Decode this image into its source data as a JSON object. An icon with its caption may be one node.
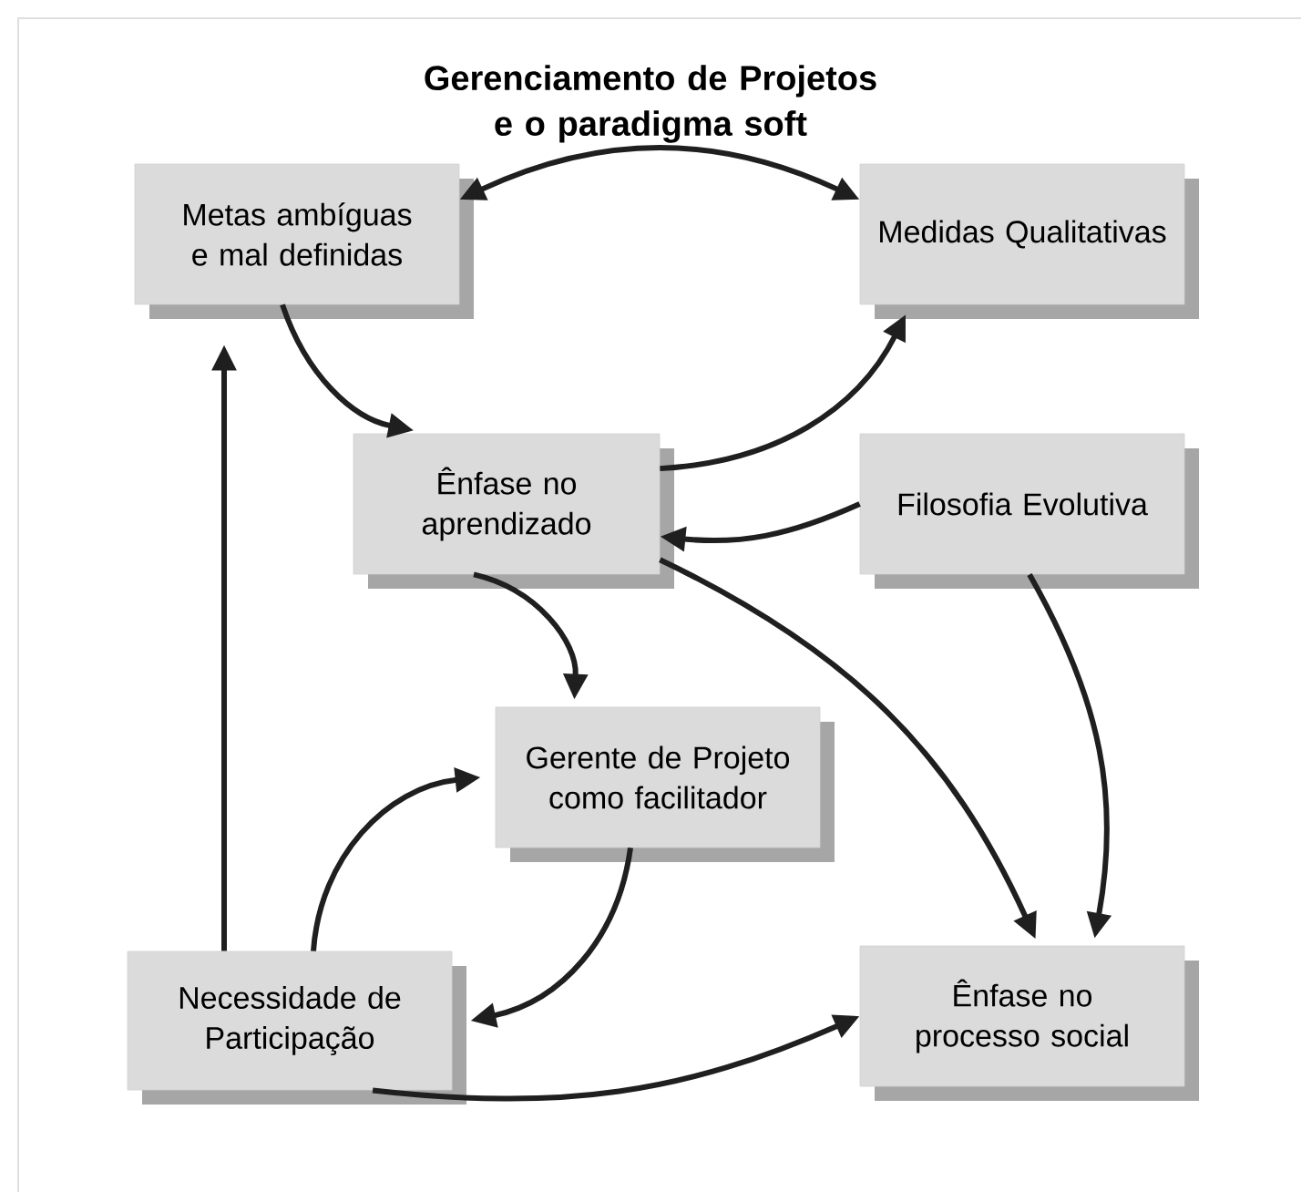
{
  "diagram": {
    "title": "Gerenciamento de Projetos e o paradigma soft",
    "nodes": [
      {
        "text": [
          "Metas ambíguas e mal definidas"
        ]
      },
      {
        "text": [
          "Medidas Qualitativas"
        ]
      },
      {
        "text": [
          "Ênfase no aprendizado"
        ]
      },
      {
        "text": [
          "Filosofia Evolutiva"
        ]
      },
      {
        "text": [
          "Gerente de Projeto como facilitador"
        ]
      },
      {
        "text": [
          "Necessidade de Participação"
        ]
      },
      {
        "text": [
          "Ênfase no processo social"
        ]
      }
    ],
    "edges": [
      {
        "from": 0,
        "to": 1,
        "arrow": "both"
      },
      {
        "from": 0,
        "to": 2,
        "arrow": "to"
      },
      {
        "from": 2,
        "to": 1,
        "arrow": "to"
      },
      {
        "from": 3,
        "to": 2,
        "arrow": "to"
      },
      {
        "from": 2,
        "to": 4,
        "arrow": "to"
      },
      {
        "from": 2,
        "to": 6,
        "arrow": "to"
      },
      {
        "from": 3,
        "to": 6,
        "arrow": "to"
      },
      {
        "from": 4,
        "to": 5,
        "arrow": "to"
      },
      {
        "from": 5,
        "to": 4,
        "arrow": "to"
      },
      {
        "from": 5,
        "to": 0,
        "arrow": "to"
      },
      {
        "from": 5,
        "to": 6,
        "arrow": "to"
      }
    ]
  }
}
